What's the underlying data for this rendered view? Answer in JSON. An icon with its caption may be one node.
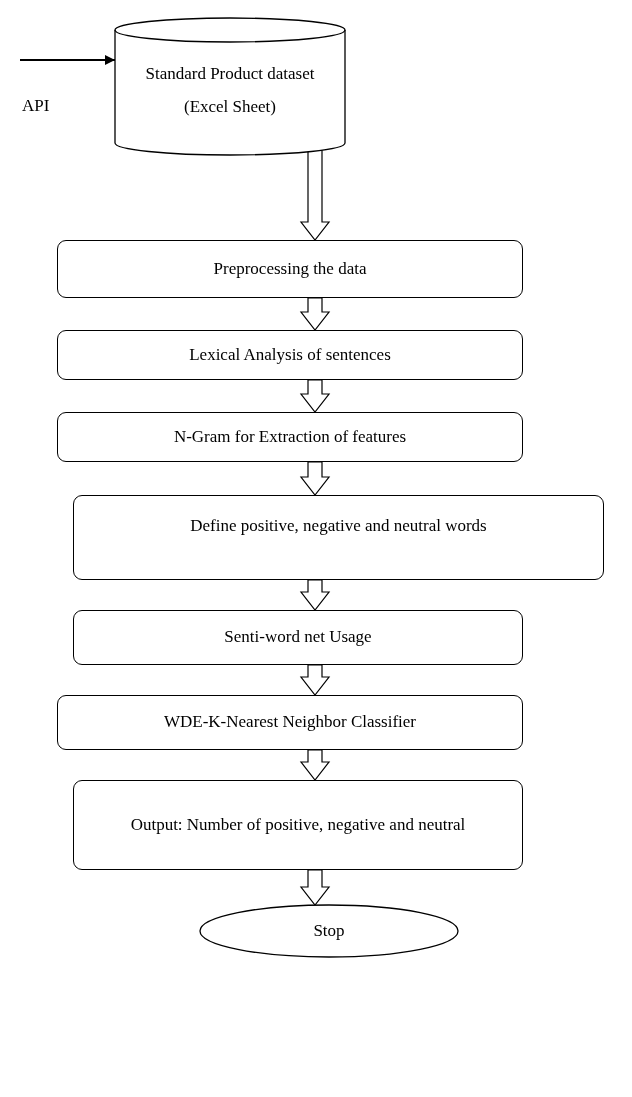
{
  "diagram": {
    "nodes": [
      {
        "text": [
          "Standard Product dataset (Excel Sheet)"
        ]
      },
      {
        "text": [
          "Preprocessing the data"
        ]
      },
      {
        "text": [
          "Lexical Analysis of sentences"
        ]
      },
      {
        "text": [
          "N-Gram for Extraction of features"
        ]
      },
      {
        "text": [
          "Define positive, negative and neutral words"
        ]
      },
      {
        "text": [
          "Senti-word net Usage"
        ]
      },
      {
        "text": [
          "WDE-K-Nearest Neighbor Classifier"
        ]
      },
      {
        "text": [
          "Output: Number of positive, negative and neutral"
        ]
      },
      {
        "text": [
          "Stop"
        ]
      }
    ],
    "edges": [
      {
        "from": null,
        "to": 0,
        "arrow": "to",
        "label": "API"
      },
      {
        "from": 0,
        "to": 1,
        "arrow": "to"
      },
      {
        "from": 1,
        "to": 2,
        "arrow": "to"
      },
      {
        "from": 2,
        "to": 3,
        "arrow": "to"
      },
      {
        "from": 3,
        "to": 4,
        "arrow": "to"
      },
      {
        "from": 4,
        "to": 5,
        "arrow": "to"
      },
      {
        "from": 5,
        "to": 6,
        "arrow": "to"
      },
      {
        "from": 6,
        "to": 7,
        "arrow": "to"
      },
      {
        "from": 7,
        "to": 8,
        "arrow": "to"
      }
    ]
  }
}
